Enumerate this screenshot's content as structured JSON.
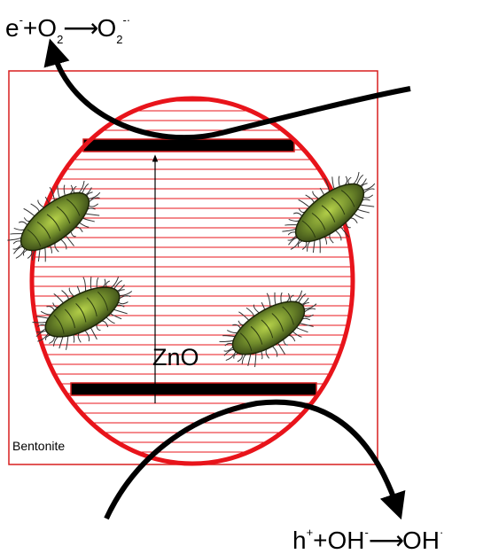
{
  "reactions": {
    "reduction": {
      "e": "e",
      "e_charge": "-",
      "plus": "+",
      "o": "O",
      "o_sub": "2",
      "arrow": "⟶",
      "product": "O",
      "product_sub": "2",
      "product_charge": "-·"
    },
    "oxidation": {
      "h": "h",
      "h_charge": "+",
      "plus": "+",
      "oh": "OH",
      "oh_charge": "-",
      "arrow": "⟶",
      "product": "OH",
      "product_charge": "·"
    }
  },
  "labels": {
    "particle": "ZnO",
    "support": "Bentonite"
  },
  "colors": {
    "particle_outline": "#e8141b",
    "hatch": "#e8141b",
    "support_border": "#d81e1e",
    "band": "#000000",
    "bacteria_body": "#6f8a2b",
    "bacteria_highlight": "#b6d24a"
  },
  "icons": [
    "bacterium-icon",
    "curved-arrow-icon",
    "excitation-arrow-icon"
  ]
}
